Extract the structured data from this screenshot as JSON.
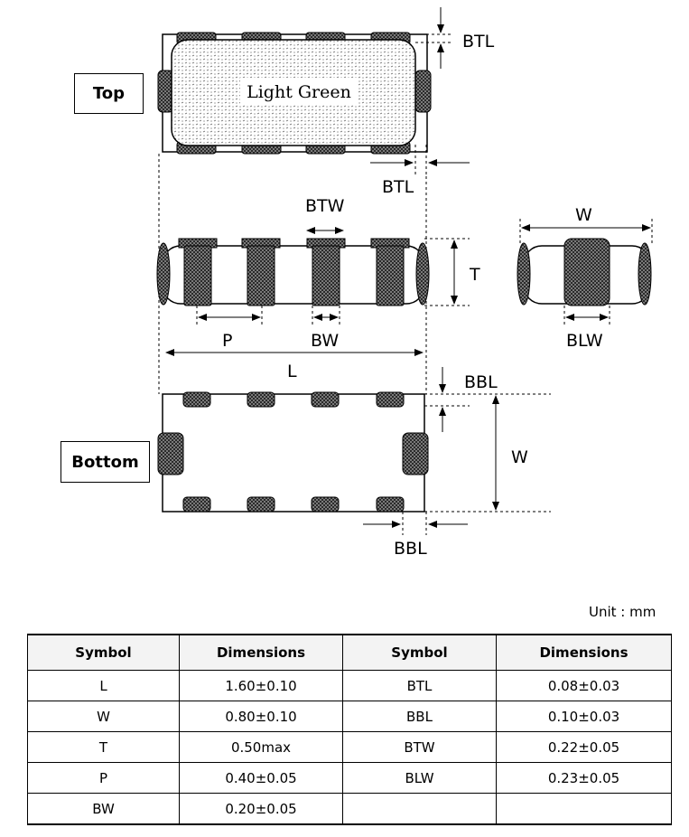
{
  "labels": {
    "top_view": "Top",
    "bottom_view": "Bottom",
    "light_green": "Light Green",
    "BTL_top": "BTL",
    "BTL_bottom": "BTL",
    "BTW": "BTW",
    "T": "T",
    "W_side": "W",
    "P": "P",
    "BW": "BW",
    "BLW": "BLW",
    "L": "L",
    "BBL_top": "BBL",
    "BBL_bottom": "BBL",
    "W_bottom": "W"
  },
  "unit": "Unit : mm",
  "table": {
    "headers": [
      "Symbol",
      "Dimensions",
      "Symbol",
      "Dimensions"
    ],
    "rows": [
      [
        "L",
        "1.60±0.10",
        "BTL",
        "0.08±0.03"
      ],
      [
        "W",
        "0.80±0.10",
        "BBL",
        "0.10±0.03"
      ],
      [
        "T",
        "0.50max",
        "BTW",
        "0.22±0.05"
      ],
      [
        "P",
        "0.40±0.05",
        "BLW",
        "0.23±0.05"
      ],
      [
        "BW",
        "0.20±0.05",
        "",
        ""
      ]
    ]
  }
}
